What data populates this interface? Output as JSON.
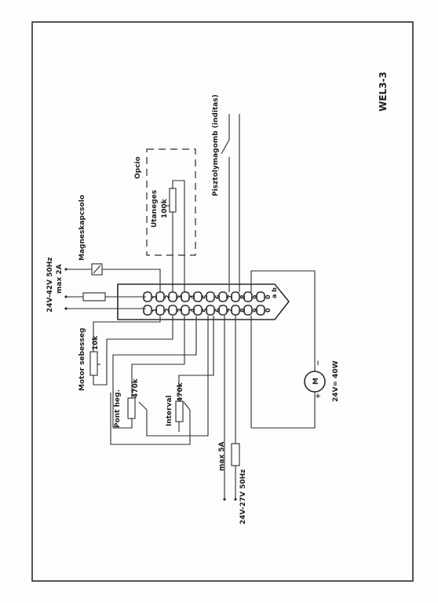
{
  "title": "WEL3-3",
  "labels": {
    "opcio": "Opcio",
    "utanaeges": "Utaneges",
    "pot_100k": "100k",
    "pisztoly": "Pisztolymagomb (inditas)",
    "magneskapcsolo": "Magneskapcsolo",
    "supply_top_v": "24V-42V 50Hz",
    "supply_top_a": "max 2A",
    "motor_sebesseg": "Motor sebesseg",
    "pot_10k": "10k",
    "pont_heg": "Pont heg.",
    "pot_470k_a": "470k",
    "interval": "Interval",
    "pot_470k_b": "470k",
    "motor_rating": "24V= 40W",
    "motor_plus": "+",
    "motor_minus": "−",
    "motor_symbol": "M",
    "fuse_rating": "max 5A",
    "supply_bottom": "24V-27V  50Hz",
    "terminal_ab": "a b"
  },
  "terminals_top": [
    "1",
    "2",
    "3",
    "4",
    "5",
    "6",
    "7",
    "8",
    "9",
    "0"
  ],
  "terminals_bottom": [
    "1",
    "2",
    "3",
    "4",
    "5",
    "6",
    "7",
    "8",
    "9",
    "0"
  ]
}
